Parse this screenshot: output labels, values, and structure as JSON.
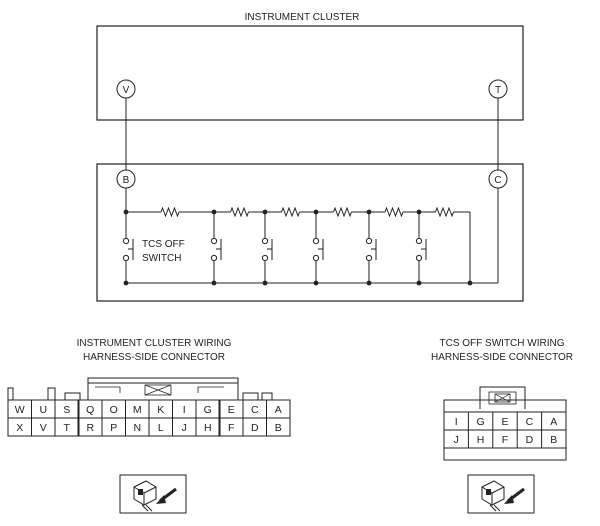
{
  "diagram": {
    "title": "INSTRUMENT CLUSTER",
    "cluster_terminals": [
      "V",
      "T"
    ],
    "switch_terminals": [
      "B",
      "C"
    ],
    "switch_label_line1": "TCS OFF",
    "switch_label_line2": "SWITCH"
  },
  "connectors": {
    "instrument": {
      "title_line1": "INSTRUMENT CLUSTER WIRING",
      "title_line2": "HARNESS-SIDE CONNECTOR",
      "row1": [
        "W",
        "U",
        "S",
        "Q",
        "O",
        "M",
        "K",
        "I",
        "G",
        "E",
        "C",
        "A"
      ],
      "row2": [
        "X",
        "V",
        "T",
        "R",
        "P",
        "N",
        "L",
        "J",
        "H",
        "F",
        "D",
        "B"
      ]
    },
    "tcs": {
      "title_line1": "TCS OFF SWITCH WIRING",
      "title_line2": "HARNESS-SIDE CONNECTOR",
      "row1": [
        "I",
        "G",
        "E",
        "C",
        "A"
      ],
      "row2": [
        "J",
        "H",
        "F",
        "D",
        "B"
      ]
    }
  }
}
